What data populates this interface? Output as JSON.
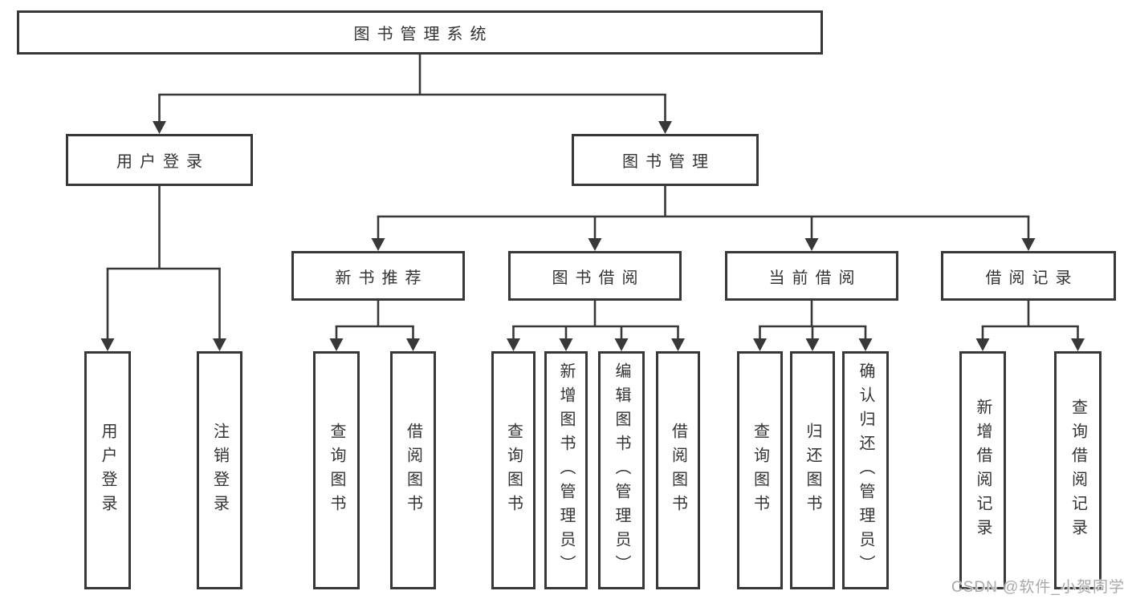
{
  "diagram": {
    "type": "hierarchy-tree",
    "line_color": "#383838",
    "box_border_color": "#383838",
    "text_color": "#333333",
    "background": "#ffffff",
    "tree": {
      "root": "图书管理系统",
      "userLogin": {
        "label": "用户登录",
        "children": [
          "用户登录",
          "注销登录"
        ]
      },
      "bookMgmt": {
        "label": "图书管理",
        "newBooks": {
          "label": "新书推荐",
          "children": [
            "查询图书",
            "借阅图书"
          ]
        },
        "borrowing": {
          "label": "图书借阅",
          "children": [
            "查询图书",
            "新增图书（管理员）",
            "编辑图书（管理员）",
            "借阅图书"
          ]
        },
        "current": {
          "label": "当前借阅",
          "children": [
            "查询图书",
            "归还图书",
            "确认归还（管理员）"
          ]
        },
        "records": {
          "label": "借阅记录",
          "children": [
            "新增借阅记录",
            "查询借阅记录"
          ]
        }
      }
    }
  },
  "watermark": {
    "text": "CSDN @软件_小贺同学",
    "color": "#a9a9a9"
  }
}
